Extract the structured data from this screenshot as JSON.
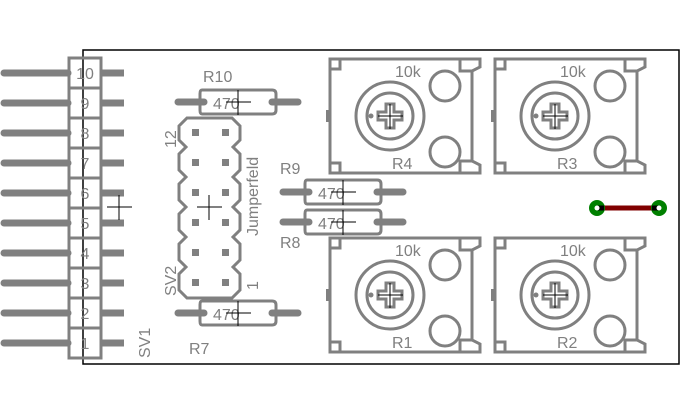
{
  "diagram": {
    "type": "pcb-layout",
    "colors": {
      "silkscreen": "#808080",
      "board_outline": "#000000",
      "pad": "#008000",
      "trace": "#800000"
    },
    "connector_sv1": {
      "name": "SV1",
      "pins": [
        "10",
        "9",
        "8",
        "7",
        "6",
        "5",
        "4",
        "3",
        "2",
        "1"
      ]
    },
    "jumper_sv2": {
      "name": "SV2",
      "value": "Jumperfeld",
      "pin_first": "1",
      "pin_last": "12"
    },
    "resistors": [
      {
        "name": "R10",
        "value": "470"
      },
      {
        "name": "R9",
        "value": "470"
      },
      {
        "name": "R8",
        "value": "470"
      },
      {
        "name": "R7",
        "value": "470"
      }
    ],
    "trimmers": [
      {
        "name": "R4",
        "value": "10k"
      },
      {
        "name": "R3",
        "value": "10k"
      },
      {
        "name": "R1",
        "value": "10k"
      },
      {
        "name": "R2",
        "value": "10k"
      }
    ]
  }
}
